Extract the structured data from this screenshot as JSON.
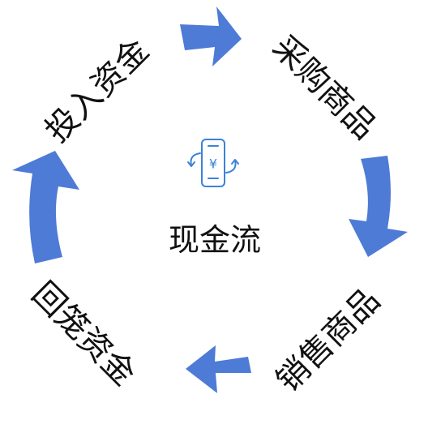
{
  "center": {
    "label": "现金流",
    "icon": "phone-yuan-transfer-icon",
    "icon_symbol": "¥"
  },
  "steps": [
    {
      "label": "投入资金"
    },
    {
      "label": "采购商品"
    },
    {
      "label": "销售商品"
    },
    {
      "label": "回笼资金"
    }
  ],
  "colors": {
    "arrow": "#4D7BD6",
    "icon": "#3B82D9",
    "text": "#111111"
  }
}
